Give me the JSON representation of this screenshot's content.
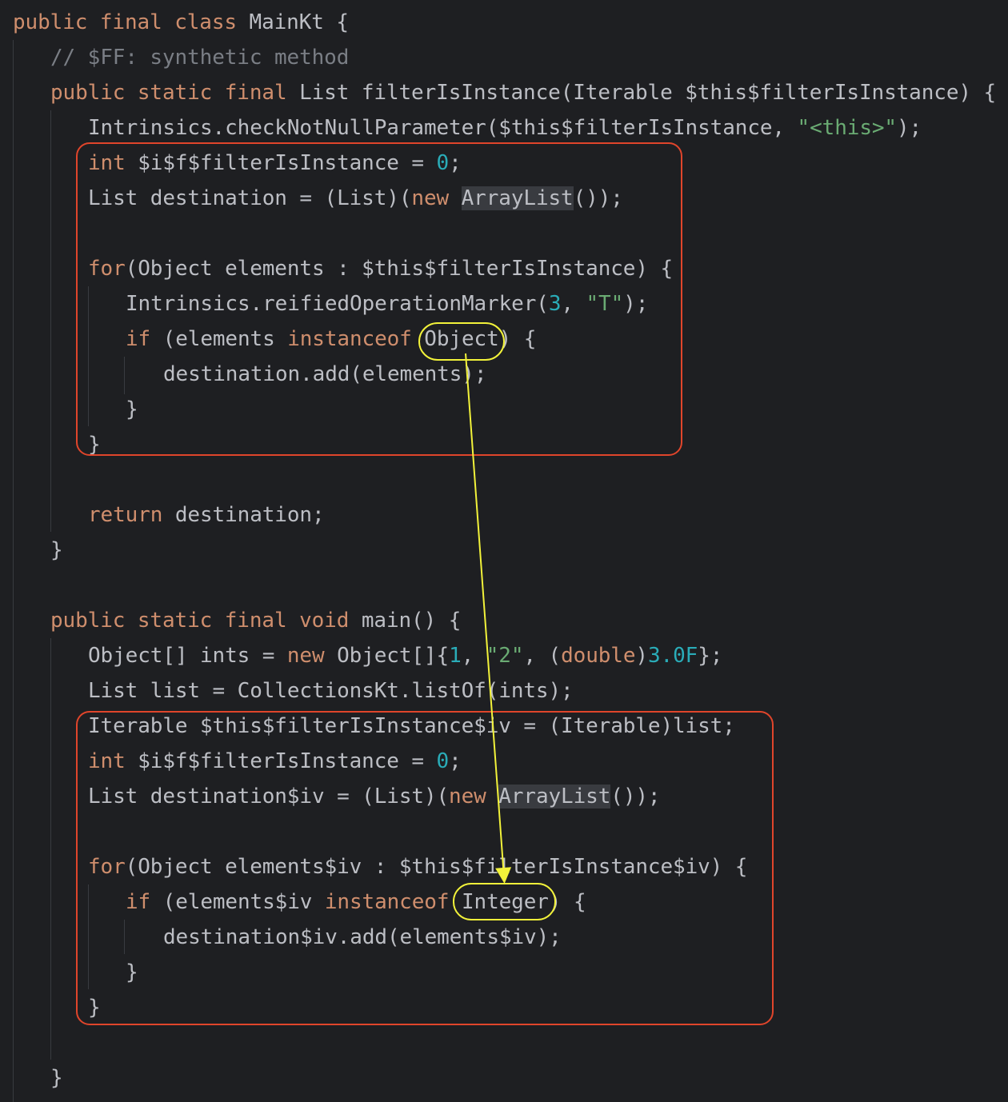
{
  "code": {
    "lines": [
      [
        {
          "t": "public final class",
          "c": "kw"
        },
        {
          "t": " MainKt {"
        }
      ],
      [
        {
          "t": "// $FF: synthetic method",
          "c": "cmt"
        }
      ],
      [
        {
          "t": "public static final",
          "c": "kw"
        },
        {
          "t": " List filterIsInstance(Iterable $this$filterIsInstance) {"
        }
      ],
      [
        {
          "t": "Intrinsics.checkNotNullParameter($this$filterIsInstance, "
        },
        {
          "t": "\"<this>\"",
          "c": "str"
        },
        {
          "t": ");"
        }
      ],
      [
        {
          "t": "int",
          "c": "kw"
        },
        {
          "t": " $i$f$filterIsInstance = "
        },
        {
          "t": "0",
          "c": "num"
        },
        {
          "t": ";"
        }
      ],
      [
        {
          "t": "List destination = (List)("
        },
        {
          "t": "new",
          "c": "kw"
        },
        {
          "t": " "
        },
        {
          "t": "ArrayList",
          "c": "hl"
        },
        {
          "t": "());"
        }
      ],
      [],
      [
        {
          "t": "for",
          "c": "kw"
        },
        {
          "t": "(Object elements : $this$filterIsInstance) {"
        }
      ],
      [
        {
          "t": "Intrinsics.reifiedOperationMarker("
        },
        {
          "t": "3",
          "c": "num"
        },
        {
          "t": ", "
        },
        {
          "t": "\"T\"",
          "c": "str"
        },
        {
          "t": ");"
        }
      ],
      [
        {
          "t": "if",
          "c": "kw"
        },
        {
          "t": " (elements "
        },
        {
          "t": "instanceof",
          "c": "kw"
        },
        {
          "t": " Object) {"
        }
      ],
      [
        {
          "t": "destination.add(elements);"
        }
      ],
      [
        {
          "t": "}"
        }
      ],
      [
        {
          "t": "}"
        }
      ],
      [],
      [
        {
          "t": "return",
          "c": "kw"
        },
        {
          "t": " destination;"
        }
      ],
      [
        {
          "t": "}"
        }
      ],
      [],
      [
        {
          "t": "public static final void",
          "c": "kw"
        },
        {
          "t": " main() {"
        }
      ],
      [
        {
          "t": "Object[] ints = "
        },
        {
          "t": "new",
          "c": "kw"
        },
        {
          "t": " Object[]{"
        },
        {
          "t": "1",
          "c": "num"
        },
        {
          "t": ", "
        },
        {
          "t": "\"2\"",
          "c": "str"
        },
        {
          "t": ", ("
        },
        {
          "t": "double",
          "c": "kw"
        },
        {
          "t": ")"
        },
        {
          "t": "3.0F",
          "c": "num"
        },
        {
          "t": "};"
        }
      ],
      [
        {
          "t": "List list = CollectionsKt.listOf(ints);"
        }
      ],
      [
        {
          "t": "Iterable $this$filterIsInstance$iv = (Iterable)list;"
        }
      ],
      [
        {
          "t": "int",
          "c": "kw"
        },
        {
          "t": " $i$f$filterIsInstance = "
        },
        {
          "t": "0",
          "c": "num"
        },
        {
          "t": ";"
        }
      ],
      [
        {
          "t": "List destination$iv = (List)("
        },
        {
          "t": "new",
          "c": "kw"
        },
        {
          "t": " "
        },
        {
          "t": "ArrayList",
          "c": "hl"
        },
        {
          "t": "());"
        }
      ],
      [],
      [
        {
          "t": "for",
          "c": "kw"
        },
        {
          "t": "(Object elements$iv : $this$filterIsInstance$iv) {"
        }
      ],
      [
        {
          "t": "if",
          "c": "kw"
        },
        {
          "t": " (elements$iv "
        },
        {
          "t": "instanceof",
          "c": "kw"
        },
        {
          "t": " Integer) {"
        }
      ],
      [
        {
          "t": "destination$iv.add(elements$iv);"
        }
      ],
      [
        {
          "t": "}"
        }
      ],
      [
        {
          "t": "}"
        }
      ],
      [],
      [
        {
          "t": "}"
        }
      ]
    ]
  },
  "colors": {
    "keyword": "#cf8e6d",
    "string": "#6aab73",
    "number": "#2aacb8",
    "comment": "#7a7e85",
    "text": "#bcbec4",
    "background": "#1e1f22",
    "box_annotation": "#e0452b",
    "circle_annotation": "#f2f23a"
  }
}
